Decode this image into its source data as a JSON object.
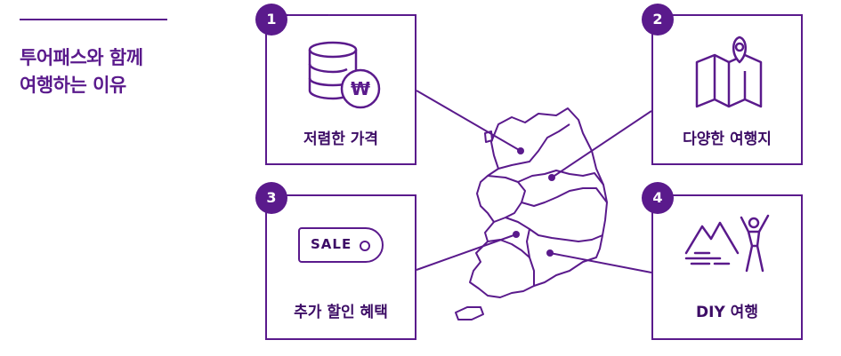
{
  "heading": {
    "line1": "투어패스와 함께",
    "line2": "여행하는 이유"
  },
  "colors": {
    "accent": "#5a1a8c",
    "background": "#ffffff",
    "label": "#3d0d66"
  },
  "cards": [
    {
      "number": "1",
      "label": "저렴한 가격",
      "icon": "coins-won-icon"
    },
    {
      "number": "2",
      "label": "다양한 여행지",
      "icon": "map-pin-icon"
    },
    {
      "number": "3",
      "label": "추가 할인 혜택",
      "icon": "sale-tag-icon",
      "icon_text": "SALE"
    },
    {
      "number": "4",
      "label": "DIY 여행",
      "icon": "person-mountain-icon"
    }
  ],
  "coin_symbol": "₩"
}
